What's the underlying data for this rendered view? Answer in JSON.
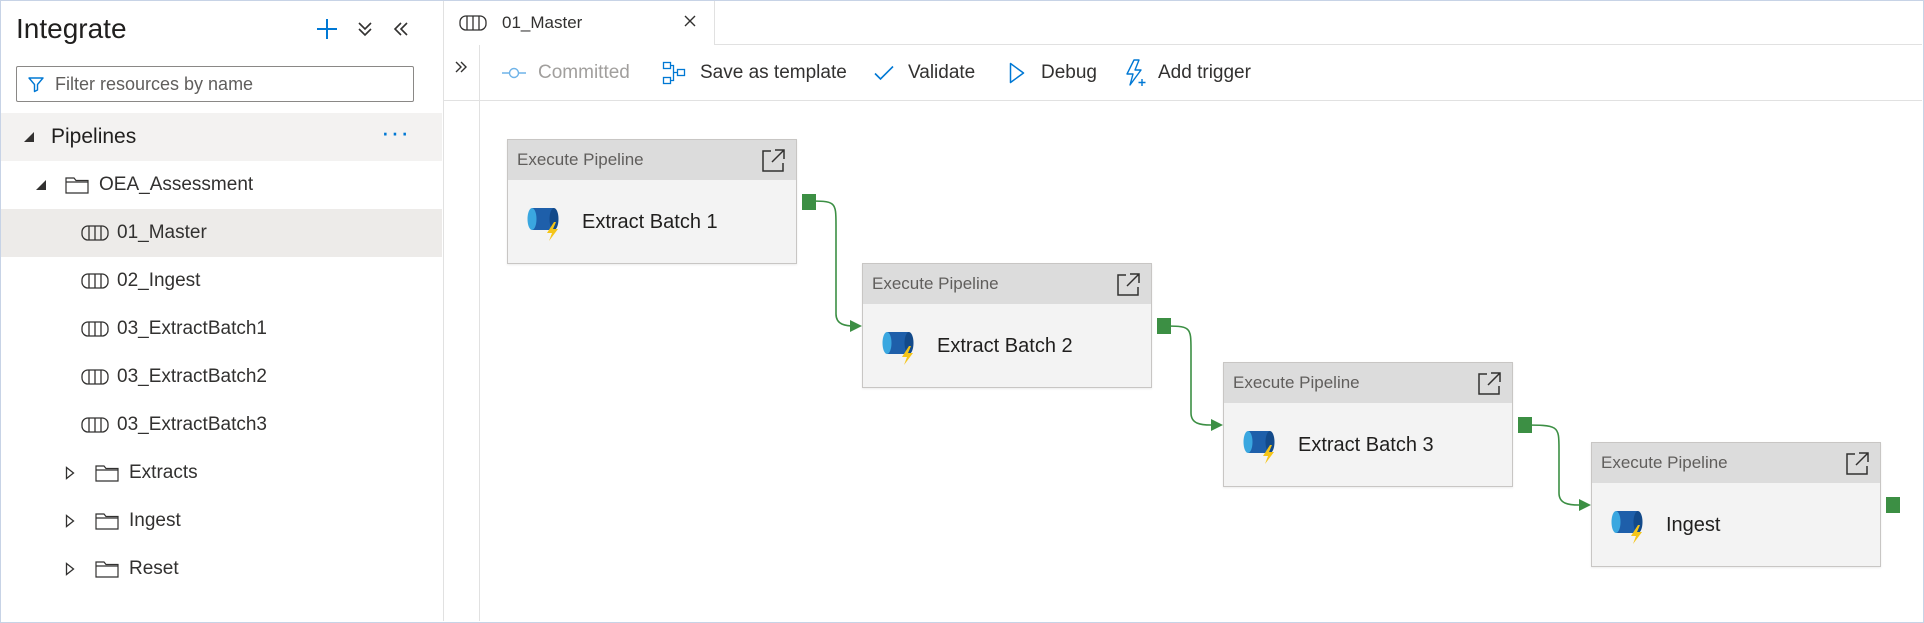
{
  "sidebar": {
    "title": "Integrate",
    "filter_placeholder": "Filter resources by name",
    "section": {
      "label": "Pipelines",
      "more": "···"
    },
    "tree": [
      {
        "label": "OEA_Assessment",
        "type": "folder",
        "expanded": true
      },
      {
        "label": "01_Master",
        "type": "pipeline",
        "selected": true
      },
      {
        "label": "02_Ingest",
        "type": "pipeline"
      },
      {
        "label": "03_ExtractBatch1",
        "type": "pipeline"
      },
      {
        "label": "03_ExtractBatch2",
        "type": "pipeline"
      },
      {
        "label": "03_ExtractBatch3",
        "type": "pipeline"
      },
      {
        "label": "Extracts",
        "type": "folder",
        "expanded": false
      },
      {
        "label": "Ingest",
        "type": "folder",
        "expanded": false
      },
      {
        "label": "Reset",
        "type": "folder",
        "expanded": false
      }
    ]
  },
  "tab": {
    "label": "01_Master"
  },
  "toolbar": {
    "committed": "Committed",
    "save_template": "Save as template",
    "validate": "Validate",
    "debug": "Debug",
    "add_trigger": "Add trigger"
  },
  "pipeline": {
    "activities": [
      {
        "type": "Execute Pipeline",
        "name": "Extract Batch 1"
      },
      {
        "type": "Execute Pipeline",
        "name": "Extract Batch 2"
      },
      {
        "type": "Execute Pipeline",
        "name": "Extract Batch 3"
      },
      {
        "type": "Execute Pipeline",
        "name": "Ingest"
      }
    ]
  },
  "colors": {
    "accent": "#0078d4",
    "success_port": "#3c8f44",
    "link": "#3c8f44"
  }
}
